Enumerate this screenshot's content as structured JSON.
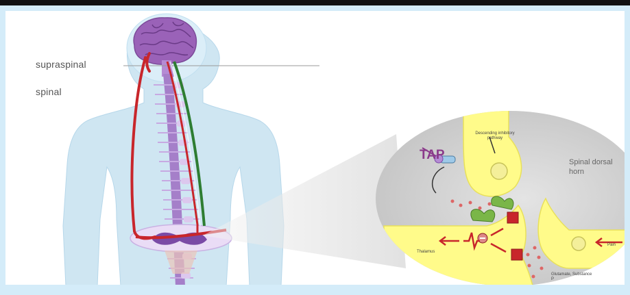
{
  "labels": {
    "supraspinal": "supraspinal",
    "spinal": "spinal",
    "tap": "TAP",
    "spinal_dorsal_horn": "Spinal dorsal horn",
    "descending_pathway": "Descending inhibitory pathway",
    "thalamus": "Thalamus",
    "pain": "Pain",
    "glutamate": "Glutamate, Substance P"
  },
  "colors": {
    "frame": "#d4ecf9",
    "body": "#cfe6f2",
    "spine": "#b89ad6",
    "brain": "#9a62b8",
    "ascending": "#c8262b",
    "descending": "#2e7d32",
    "neuron": "#fffb8a",
    "inset": "#d9d9d9"
  }
}
